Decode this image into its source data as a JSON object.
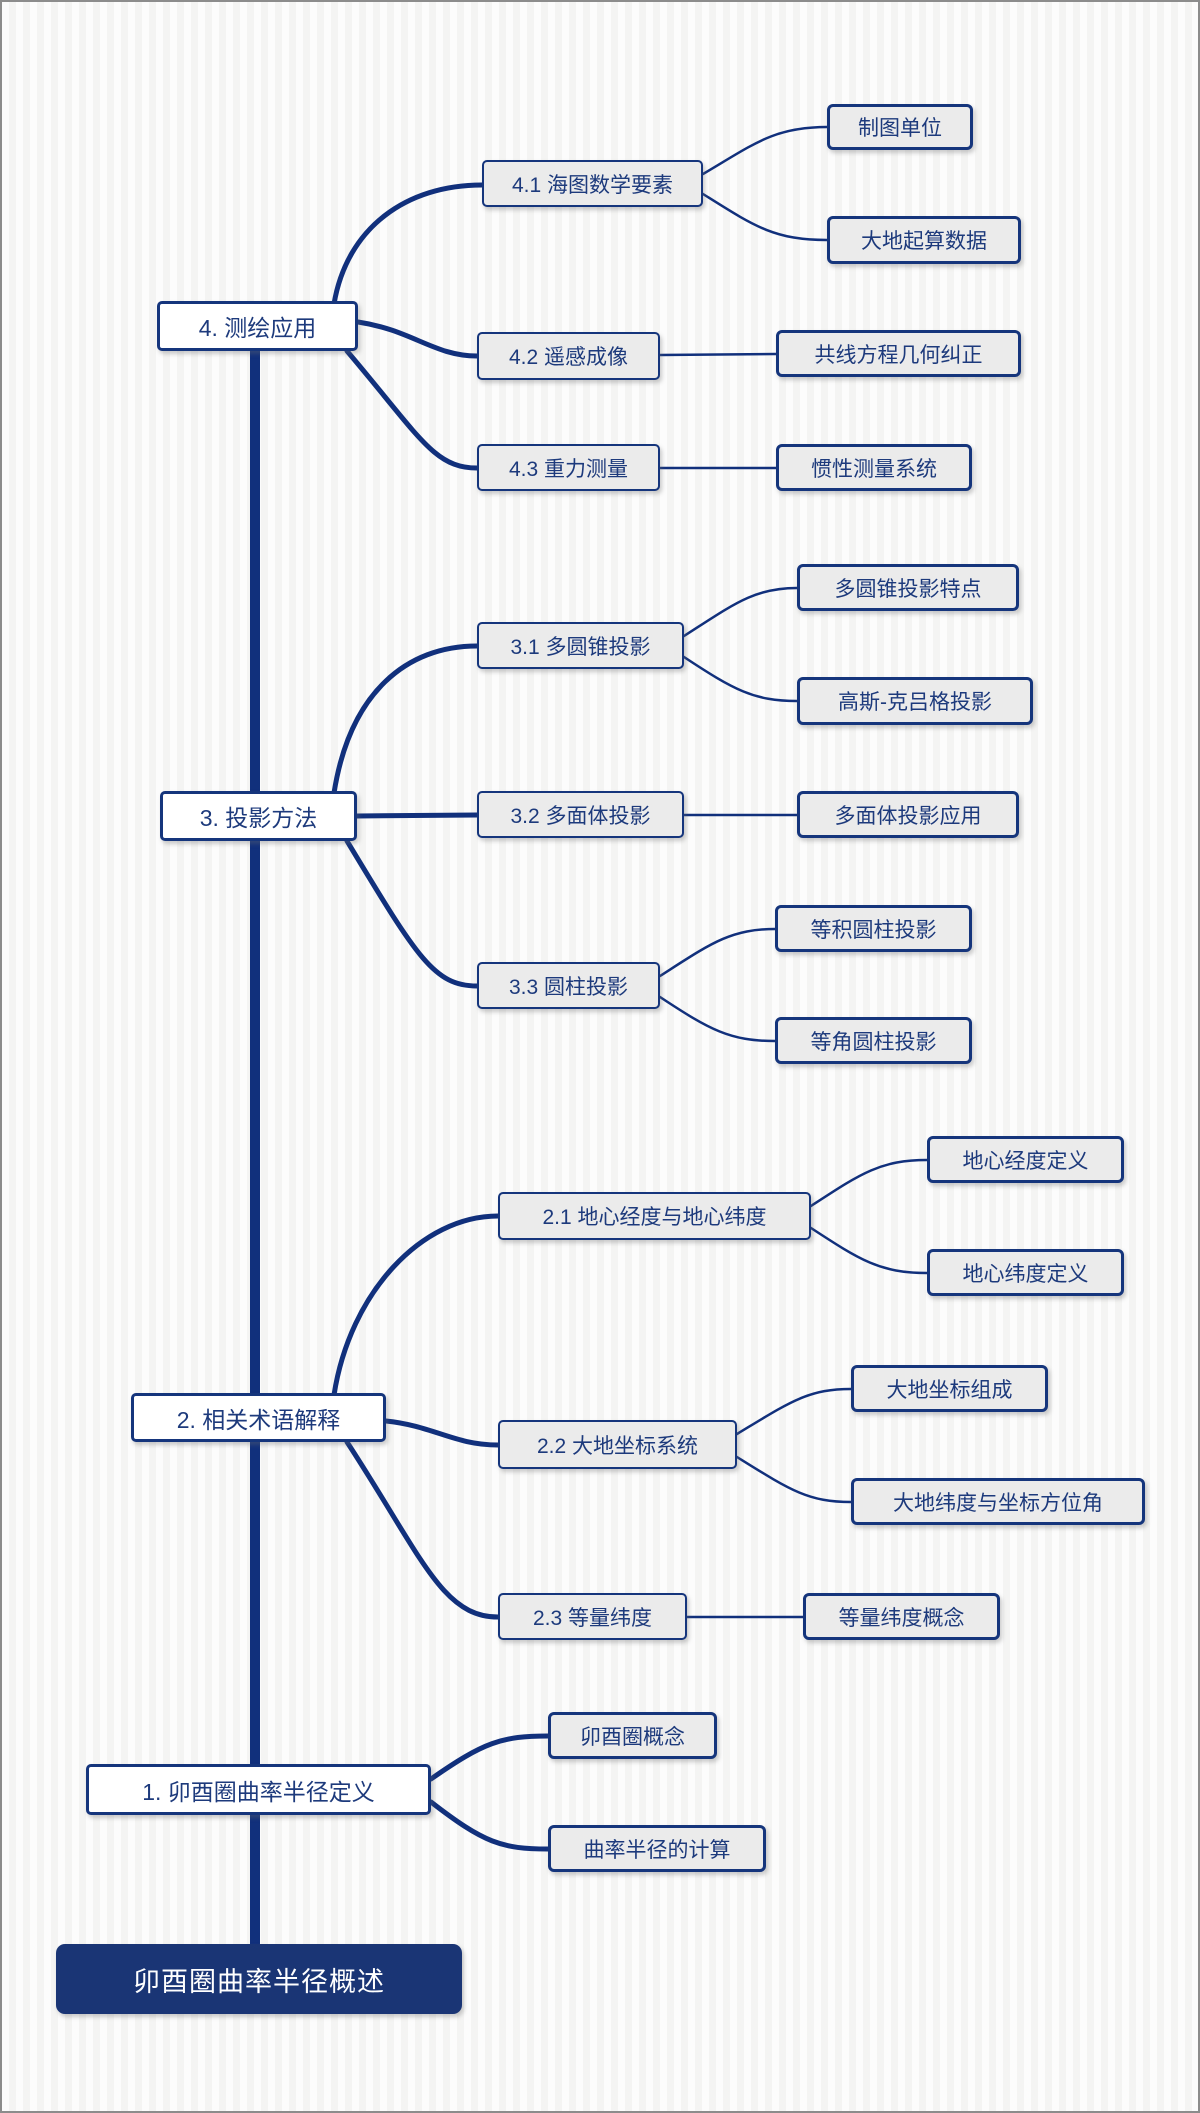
{
  "title": "卯酉圈曲率半径概述",
  "colors": {
    "line": "#11307c",
    "node_border": "#15357c",
    "node_text": "#1d3a7c",
    "root_background": "#1a3575",
    "root_text": "#ffffff",
    "leaf_background": "#ebebeb",
    "branch_background": "#ffffff",
    "page_background": "#f4f4f3"
  },
  "root": {
    "label": "卯酉圈曲率半径概述"
  },
  "branches": [
    {
      "label": "1. 卯酉圈曲率半径定义",
      "children": [
        {
          "label": "卯酉圈概念"
        },
        {
          "label": "曲率半径的计算"
        }
      ]
    },
    {
      "label": "2. 相关术语解释",
      "children": [
        {
          "label": "2.1 地心经度与地心纬度",
          "children": [
            {
              "label": "地心经度定义"
            },
            {
              "label": "地心纬度定义"
            }
          ]
        },
        {
          "label": "2.2 大地坐标系统",
          "children": [
            {
              "label": "大地坐标组成"
            },
            {
              "label": "大地纬度与坐标方位角"
            }
          ]
        },
        {
          "label": "2.3 等量纬度",
          "children": [
            {
              "label": "等量纬度概念"
            }
          ]
        }
      ]
    },
    {
      "label": "3. 投影方法",
      "children": [
        {
          "label": "3.1 多圆锥投影",
          "children": [
            {
              "label": "多圆锥投影特点"
            },
            {
              "label": "高斯-克吕格投影"
            }
          ]
        },
        {
          "label": "3.2 多面体投影",
          "children": [
            {
              "label": "多面体投影应用"
            }
          ]
        },
        {
          "label": "3.3 圆柱投影",
          "children": [
            {
              "label": "等积圆柱投影"
            },
            {
              "label": "等角圆柱投影"
            }
          ]
        }
      ]
    },
    {
      "label": "4. 测绘应用",
      "children": [
        {
          "label": "4.1 海图数学要素",
          "children": [
            {
              "label": "制图单位"
            },
            {
              "label": "大地起算数据"
            }
          ]
        },
        {
          "label": "4.2 遥感成像",
          "children": [
            {
              "label": "共线方程几何纠正"
            }
          ]
        },
        {
          "label": "4.3 重力测量",
          "children": [
            {
              "label": "惯性测量系统"
            }
          ]
        }
      ]
    }
  ]
}
